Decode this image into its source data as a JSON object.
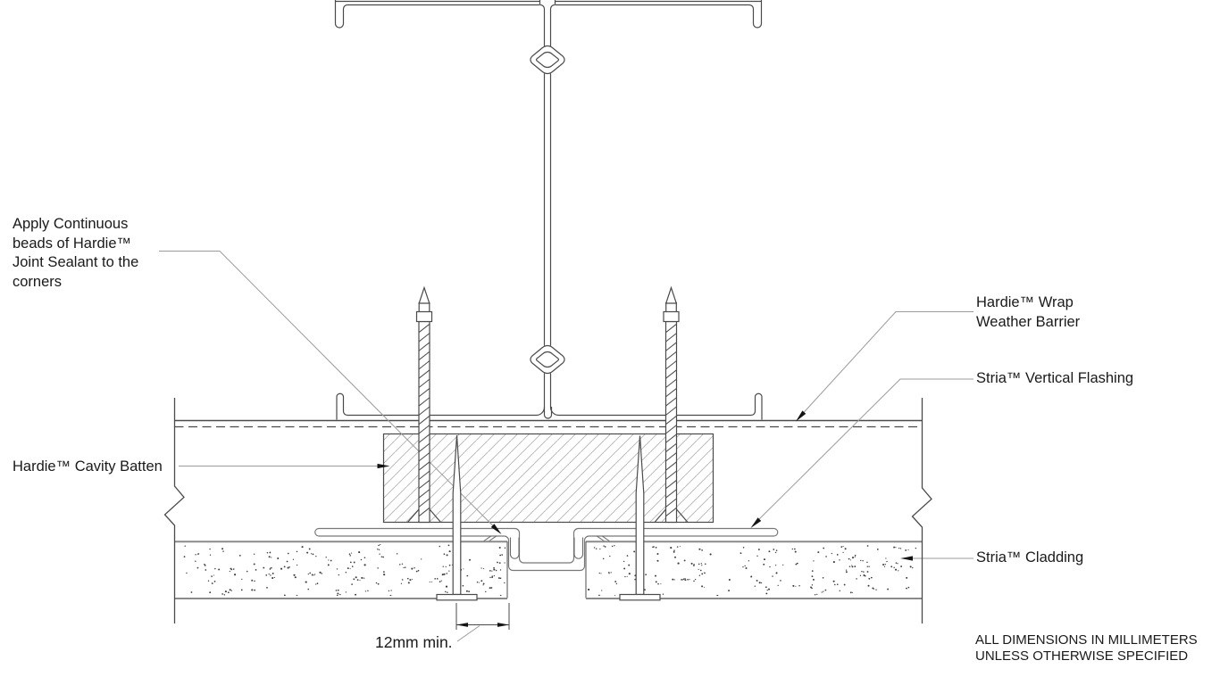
{
  "drawing": {
    "type": "cladding-vertical-joint-section-detail",
    "callouts": {
      "sealant": {
        "lines": [
          "Apply Continuous",
          "beads of Hardie™",
          "Joint Sealant to the",
          "corners"
        ]
      },
      "cavity_batten": {
        "label": "Hardie™ Cavity Batten"
      },
      "weather_barrier": {
        "lines": [
          "Hardie™ Wrap",
          "Weather Barrier"
        ]
      },
      "vertical_flashing": {
        "label": "Stria™ Vertical Flashing"
      },
      "cladding": {
        "label": "Stria™ Cladding"
      },
      "dimension": {
        "label": "12mm min."
      }
    },
    "notes": {
      "lines": [
        "ALL DIMENSIONS IN MILLIMETERS",
        "UNLESS OTHERWISE SPECIFIED"
      ]
    },
    "colors": {
      "bg": "#ffffff",
      "text": "#1a1a1a",
      "line_dark": "#4a4a4a",
      "line_mid": "#787878",
      "line_cladding": "#8a8a8a",
      "hatch": "#b2b2b2",
      "leader": "#9b9b9b",
      "arrow": "#141414",
      "stipple": "#3c3c3c"
    }
  }
}
